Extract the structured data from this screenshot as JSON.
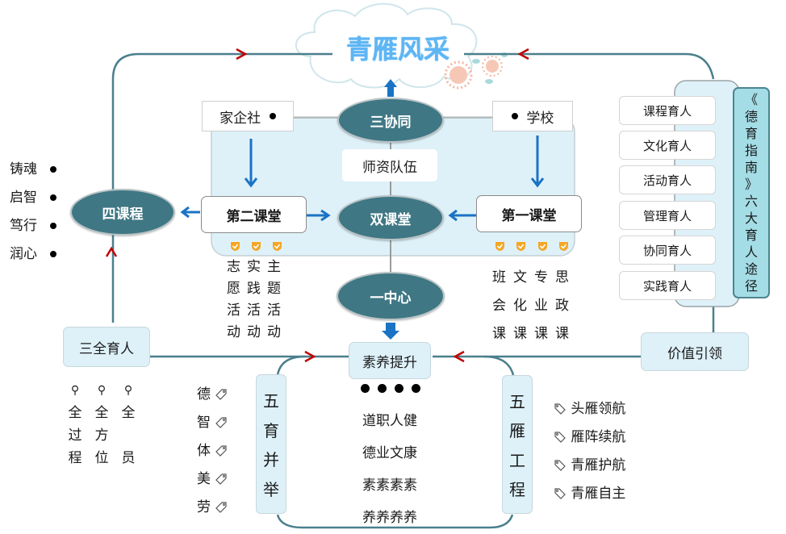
{
  "title": "青雁风采",
  "colors": {
    "line": "#4a7f8c",
    "ellipse_fill": "#3f7784",
    "light_fill": "#def1f9",
    "guide_fill": "#a4dde6",
    "blue_arrow": "#1a73c4",
    "red_arrow": "#c00000",
    "title_color": "#5db6f5",
    "shield_color": "#f5a623"
  },
  "center": {
    "san_xie_tong": "三协同",
    "shi_zi_dui_wu": "师资队伍",
    "shuang_ke_tang": "双课堂",
    "yi_zhong_xin": "一中心",
    "jia_qi_she": "家企社",
    "xue_xiao": "学校",
    "di_er_ke_tang": "第二课堂",
    "di_yi_ke_tang": "第一课堂"
  },
  "second_class_columns": [
    {
      "chars": [
        "志",
        "愿",
        "活",
        "动"
      ]
    },
    {
      "chars": [
        "实",
        "践",
        "活",
        "动"
      ]
    },
    {
      "chars": [
        "主",
        "题",
        "活",
        "动"
      ]
    }
  ],
  "first_class_columns": [
    {
      "chars": [
        "班",
        "会",
        "课"
      ]
    },
    {
      "chars": [
        "文",
        "化",
        "课"
      ]
    },
    {
      "chars": [
        "专",
        "业",
        "课"
      ]
    },
    {
      "chars": [
        "思",
        "政",
        "课"
      ]
    }
  ],
  "four_courses": {
    "label": "四课程",
    "items": [
      "铸魂",
      "启智",
      "笃行",
      "润心"
    ]
  },
  "three_all": {
    "label": "三全育人",
    "columns": [
      {
        "chars": [
          "全",
          "过",
          "程"
        ]
      },
      {
        "chars": [
          "全",
          "方",
          "位"
        ]
      },
      {
        "chars": [
          "全",
          "",
          "员"
        ]
      }
    ]
  },
  "five_education": {
    "label_chars": [
      "五",
      "育",
      "并",
      "举"
    ],
    "items": [
      "德",
      "智",
      "体",
      "美",
      "劳"
    ]
  },
  "literacy": {
    "label": "素养提升",
    "rows": [
      "道职人健",
      "德业文康",
      "素素素素",
      "养养养养"
    ]
  },
  "five_geese": {
    "label_chars": [
      "五",
      "雁",
      "工",
      "程"
    ],
    "items": [
      "头雁领航",
      "雁阵续航",
      "青雁护航",
      "青雁自主"
    ]
  },
  "value_lead": "价值引领",
  "six_ways": {
    "items": [
      "课程育人",
      "文化育人",
      "活动育人",
      "管理育人",
      "协同育人",
      "实践育人"
    ],
    "guide_chars": [
      "《",
      "德",
      "育",
      "指",
      "南",
      "》",
      "六",
      "大",
      "育",
      "人",
      "途",
      "径"
    ]
  }
}
